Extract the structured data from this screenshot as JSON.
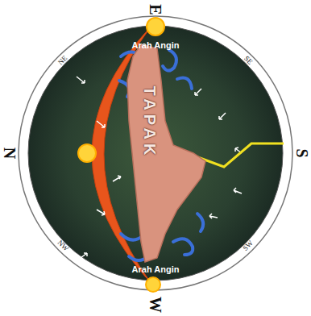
{
  "diagram": {
    "nodes": [
      {
        "text": [
          "TAPAK"
        ]
      }
    ],
    "labels": [
      "E",
      "Arah Angin",
      "NE",
      "SE",
      "N",
      "S",
      "NW",
      "SW",
      "Arah Angin",
      "W"
    ]
  }
}
